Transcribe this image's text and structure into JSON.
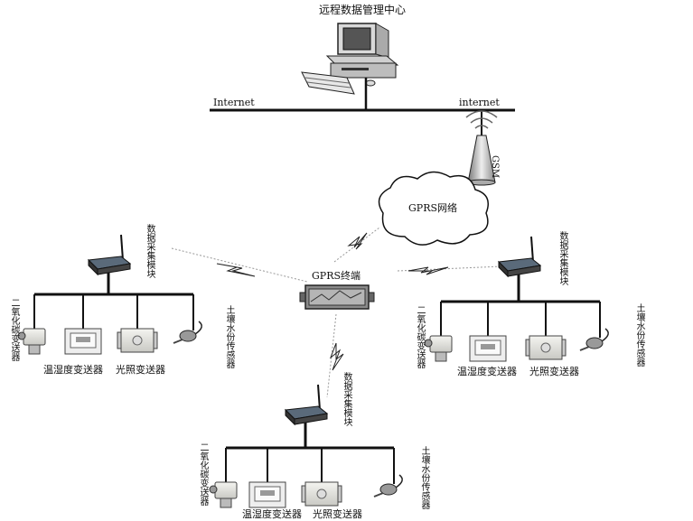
{
  "title": "远程数据管理中心",
  "internet_left": "Internet",
  "internet_right": "internet",
  "gsm_label": "GSM",
  "cloud_label": "GPRS网络",
  "gprs_terminal": "GPRS终端",
  "clusters": {
    "left": {
      "module": "数据采集模块",
      "co2": "二氧化碳变送器",
      "humidity": "温湿度变送器",
      "light": "光照变送器",
      "soil": "土壤水份传感器"
    },
    "right": {
      "module": "数据采集模块",
      "co2": "二氧化碳变送器",
      "humidity": "温湿度变送器",
      "light": "光照变送器",
      "soil": "土壤水份传感器"
    },
    "bottom": {
      "module": "数据采集模块",
      "co2": "二氧化碳变送器",
      "humidity": "温湿度变送器",
      "light": "光照变送器",
      "soil": "土壤水份传感器"
    }
  }
}
